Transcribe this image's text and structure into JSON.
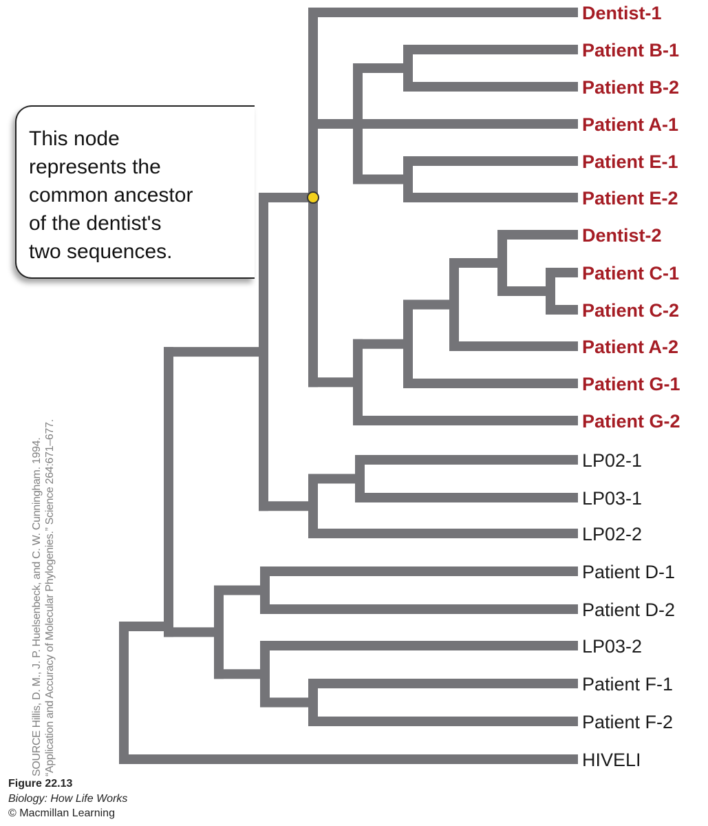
{
  "leaves": [
    {
      "label": "Dentist-1",
      "color": "#a51c24"
    },
    {
      "label": "Patient B-1",
      "color": "#a51c24"
    },
    {
      "label": "Patient B-2",
      "color": "#a51c24"
    },
    {
      "label": "Patient A-1",
      "color": "#a51c24"
    },
    {
      "label": "Patient E-1",
      "color": "#a51c24"
    },
    {
      "label": "Patient E-2",
      "color": "#a51c24"
    },
    {
      "label": "Dentist-2",
      "color": "#a51c24"
    },
    {
      "label": "Patient C-1",
      "color": "#a51c24"
    },
    {
      "label": "Patient C-2",
      "color": "#a51c24"
    },
    {
      "label": "Patient A-2",
      "color": "#a51c24"
    },
    {
      "label": "Patient G-1",
      "color": "#a51c24"
    },
    {
      "label": "Patient G-2",
      "color": "#a51c24"
    },
    {
      "label": "LP02-1",
      "color": "#1a1a1a"
    },
    {
      "label": "LP03-1",
      "color": "#1a1a1a"
    },
    {
      "label": "LP02-2",
      "color": "#1a1a1a"
    },
    {
      "label": "Patient D-1",
      "color": "#1a1a1a"
    },
    {
      "label": "Patient D-2",
      "color": "#1a1a1a"
    },
    {
      "label": "LP03-2",
      "color": "#1a1a1a"
    },
    {
      "label": "Patient F-1",
      "color": "#1a1a1a"
    },
    {
      "label": "Patient F-2",
      "color": "#1a1a1a"
    },
    {
      "label": "HIVELI",
      "color": "#1a1a1a"
    }
  ],
  "tree_color": "#747478",
  "node_marker_color": "#f3d11d",
  "callout": {
    "lines": [
      "This node",
      "represents the",
      "common ancestor",
      "of the dentist's",
      "two sequences."
    ]
  },
  "source": {
    "line1": "SOURCE Hillis, D. M., J. P. Huelsenbeck, and C. W. Cunningham. 1994.",
    "line2": "“Application and Accuracy of Molecular Phylogenies.” Science 264:671–677."
  },
  "caption": {
    "figure": "Figure 22.13",
    "book": "Biology: How Life Works",
    "publisher": "© Macmillan Learning"
  }
}
